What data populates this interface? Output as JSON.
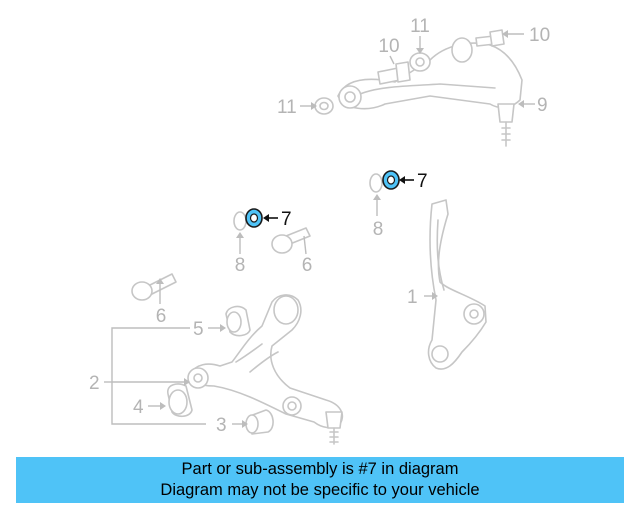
{
  "diagram": {
    "highlight_color": "#4fc3f7",
    "callouts": {
      "p1": "1",
      "p2": "2",
      "p3": "3",
      "p4": "4",
      "p5": "5",
      "p6a": "6",
      "p6b": "6",
      "p7a": "7",
      "p7b": "7",
      "p8a": "8",
      "p8b": "8",
      "p9": "9",
      "p10a": "10",
      "p10b": "10",
      "p11a": "11",
      "p11b": "11"
    }
  },
  "banner": {
    "line1": "Part or sub-assembly is #7 in diagram",
    "line2": "Diagram may not be specific to your vehicle",
    "background": "#4fc3f7"
  }
}
